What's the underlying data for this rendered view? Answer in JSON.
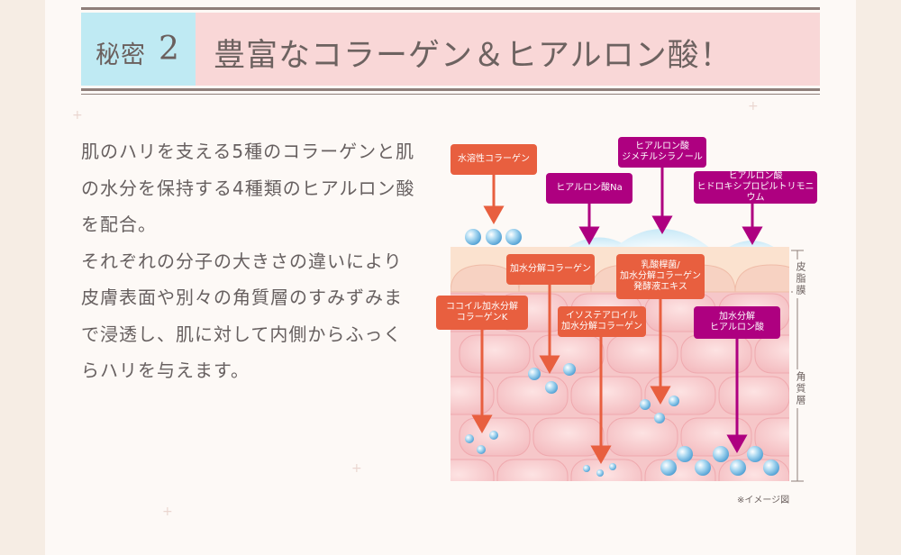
{
  "heading": {
    "label": "秘密",
    "number": "2",
    "title": "豊富なコラーゲン＆ヒアルロン酸！"
  },
  "body": {
    "paragraph1": "肌のハリを支える5種のコラーゲンと肌の水分を保持する4種類のヒアルロン酸を配合。",
    "paragraph2": "それぞれの分子の大きさの違いにより皮膚表面や別々の角質層のすみずみまで浸透し、肌に対して内側からふっくらハリを与えます。"
  },
  "diagram": {
    "labels": {
      "water_soluble_collagen": "水溶性コラーゲン",
      "ha_na": "ヒアルロン酸Na",
      "ha_dimethylsilanol": "ヒアルロン酸\nジメチルシラノール",
      "ha_hydroxypropyltrimonium": "ヒアルロン酸\nヒドロキシプロピルトリモニウム",
      "hydrolyzed_collagen": "加水分解コラーゲン",
      "lactic_ferment": "乳酸桿菌/\n加水分解コラーゲン\n発酵液エキス",
      "cocoyl_collagen_k": "ココイル加水分解\nコラーゲンK",
      "isostearoyl_collagen": "イソステアロイル\n加水分解コラーゲン",
      "hydrolyzed_ha": "加水分解\nヒアルロン酸"
    },
    "layer_labels": {
      "sebum": "皮脂膜",
      "stratum_corneum": "角質層"
    },
    "note": "※イメージ図"
  }
}
